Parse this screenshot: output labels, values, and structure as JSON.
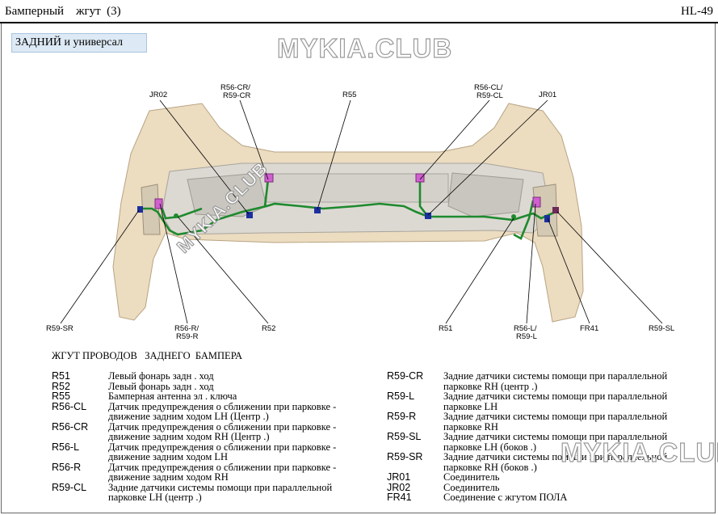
{
  "header": {
    "title": "Бамперный    жгут  (3)",
    "code": "HL-49"
  },
  "section_label": "ЗАДНИЙ  и  универсал",
  "watermarks": {
    "top": "MYKIA.CLUB",
    "diagonal": "MYKIA.CLUB",
    "bottom": "MYKIA.CLUB"
  },
  "callouts": {
    "jr02": "JR02",
    "r56cr_r59cr_1": "R56-CR/",
    "r56cr_r59cr_2": "R59-CR",
    "r55": "R55",
    "r56cl_r59cl_1": "R56-CL/",
    "r56cl_r59cl_2": "R59-CL",
    "jr01": "JR01",
    "r59sr": "R59-SR",
    "r56r_r59r_1": "R56-R/",
    "r56r_r59r_2": "R59-R",
    "r52": "R52",
    "r51": "R51",
    "r56l_r59l_1": "R56-L/",
    "r56l_r59l_2": "R59-L",
    "fr41": "FR41",
    "r59sl": "R59-SL"
  },
  "legend": {
    "title": "ЖГУТ ПРОВОДОВ   ЗАДНЕГО  БАМПЕРА",
    "left": [
      {
        "code": "R51",
        "lines": [
          "Левый  фонарь  задн . ход"
        ]
      },
      {
        "code": "R52",
        "lines": [
          "Левый  фонарь  задн . ход"
        ]
      },
      {
        "code": "R55",
        "lines": [
          "Бамперная   антенна  эл . ключа"
        ]
      },
      {
        "code": "R56-CL",
        "lines": [
          "Датчик  предупреждения    о сближении   при  парковке  -",
          "движение  задним  ходом  LH (Центр .)"
        ]
      },
      {
        "code": "R56-CR",
        "lines": [
          "Датчик  предупреждения    о сближении   при  парковке  -",
          "движение  задним  ходом  RH (Центр .)"
        ]
      },
      {
        "code": "R56-L",
        "lines": [
          "Датчик  предупреждения    о сближении   при  парковке  -",
          "движение  задним  ходом  LH"
        ]
      },
      {
        "code": "R56-R",
        "lines": [
          "Датчик  предупреждения    о сближении   при  парковке  -",
          "движение  задним  ходом  RH"
        ]
      },
      {
        "code": "R59-CL",
        "lines": [
          "Задние  датчики  системы  помощи  при  параллельной",
          "парковке   LH (центр .)"
        ]
      }
    ],
    "right": [
      {
        "code": "R59-CR",
        "lines": [
          "Задние   датчики   системы   помощи  при  параллельной",
          "парковке   RH (центр .)"
        ]
      },
      {
        "code": "R59-L",
        "lines": [
          "Задние   датчики   системы   помощи  при  параллельной",
          "парковке   LH"
        ]
      },
      {
        "code": "R59-R",
        "lines": [
          "Задние   датчики   системы   помощи  при  параллельной",
          "парковке   RH"
        ]
      },
      {
        "code": "R59-SL",
        "lines": [
          "Задние   датчики   системы   помощи  при  параллельной",
          "парковке   LH (боков .)"
        ]
      },
      {
        "code": "R59-SR",
        "lines": [
          "Задние   датчики   системы   помощи  при  параллельной",
          "парковке   RH (боков .)"
        ]
      },
      {
        "code": "JR01",
        "lines": [
          "Соединитель"
        ]
      },
      {
        "code": "JR02",
        "lines": [
          "Соединитель"
        ]
      },
      {
        "code": "FR41",
        "lines": [
          "Соединение   с  жгутом  ПОЛА"
        ]
      }
    ]
  },
  "colors": {
    "harness": "#1e8a2e",
    "bumper": "#ecdcc0",
    "connector_pink": "#d060d0",
    "connector_blue": "#1c2f9e",
    "section_bg": "#dde9f4"
  }
}
